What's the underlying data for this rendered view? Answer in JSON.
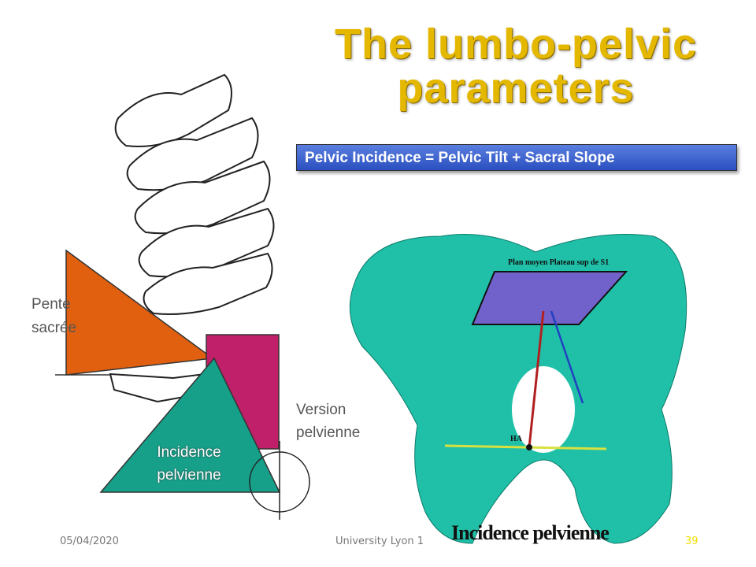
{
  "slide": {
    "title_line1": "The lumbo-pelvic",
    "title_line2": "parameters",
    "formula": "Pelvic Incidence = Pelvic Tilt + Sacral Slope",
    "left_figure": {
      "pente": "Pente",
      "sacree": "sacrée",
      "version": "Version",
      "pelvienne": "pelvienne",
      "incidence": "Incidence",
      "incidence_pelvienne": "pelvienne"
    },
    "right_figure": {
      "plan_label": "Plan moyen Plateau sup de S1",
      "ha_label": "HA",
      "caption": "Incidence pelvienne"
    },
    "footer": {
      "date": "05/04/2020",
      "institution": "University Lyon 1",
      "page_number": "39"
    },
    "colors": {
      "title": "#e5b800",
      "formula_bg": "#3a5fd0",
      "orange": "#e06010",
      "magenta": "#c0206a",
      "teal": "#16a08a",
      "pelvis": "#20c0a8",
      "plane": "#8050d0"
    }
  }
}
